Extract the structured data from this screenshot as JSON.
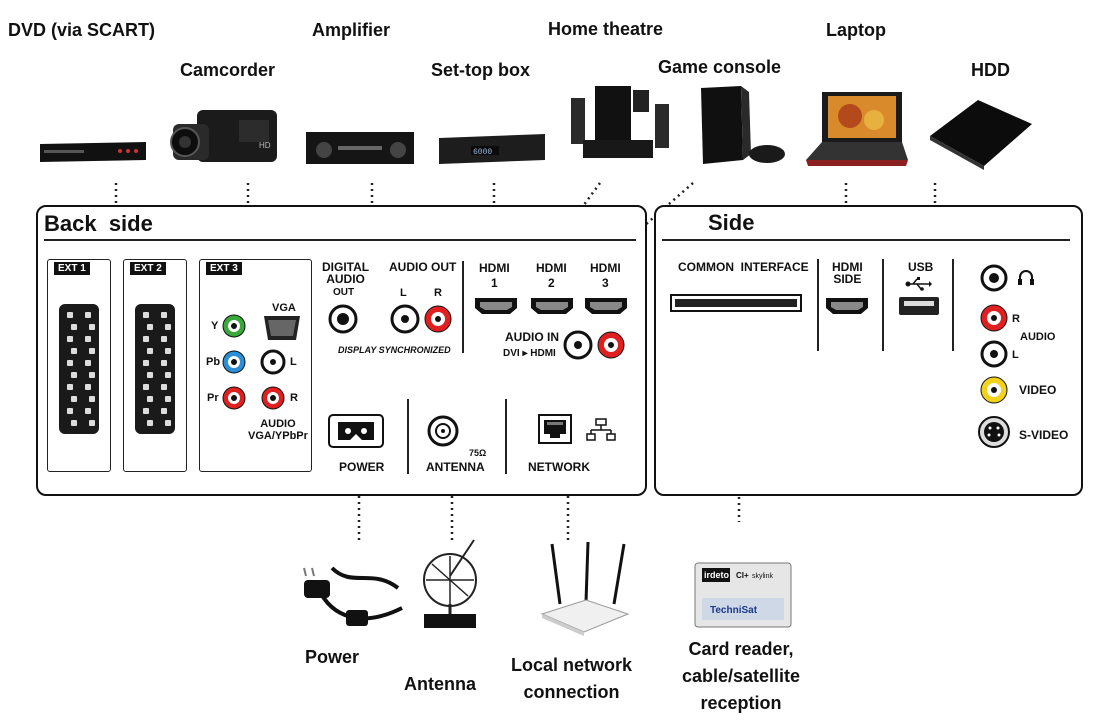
{
  "devices_top": {
    "dvd": "DVD (via SCART)",
    "camcorder": "Camcorder",
    "amplifier": "Amplifier",
    "settop": "Set-top box",
    "home_theatre": "Home theatre",
    "game_console": "Game console",
    "laptop": "Laptop",
    "hdd": "HDD"
  },
  "back_panel": {
    "title": "Back  side",
    "ext1": "EXT 1",
    "ext2": "EXT 2",
    "ext3": "EXT 3",
    "vga": "VGA",
    "y": "Y",
    "pb": "Pb",
    "pr": "Pr",
    "l": "L",
    "r": "R",
    "audio_vga": "AUDIO\nVGA/YPbPr",
    "digital_audio": "DIGITAL\nAUDIO",
    "digital_out": "OUT",
    "audio_out": "AUDIO OUT",
    "audio_out_l": "L",
    "audio_out_r": "R",
    "display_sync": "DISPLAY SYNCHRONIZED",
    "hdmi1": "HDMI\n1",
    "hdmi2": "HDMI\n2",
    "hdmi3": "HDMI\n3",
    "audio_in": "AUDIO IN",
    "dvi_hdmi": "DVI ▸ HDMI",
    "power": "POWER",
    "antenna": "ANTENNA",
    "antenna_ohm": "75Ω",
    "network": "NETWORK"
  },
  "side_panel": {
    "title": "Side",
    "common_interface": "COMMON  INTERFACE",
    "hdmi_side": "HDMI\nSIDE",
    "usb": "USB",
    "r": "R",
    "audio": "AUDIO",
    "l": "L",
    "video": "VIDEO",
    "svideo": "S-VIDEO"
  },
  "devices_bottom": {
    "power": "Power",
    "antenna": "Antenna",
    "network": "Local network\nconnection",
    "card": "Card reader,\ncable/satellite\nreception"
  },
  "card_text": {
    "irdeto": "irdeto",
    "ci_plus": "CI+",
    "skylink": "skylink",
    "technisat": "TechniSat"
  }
}
